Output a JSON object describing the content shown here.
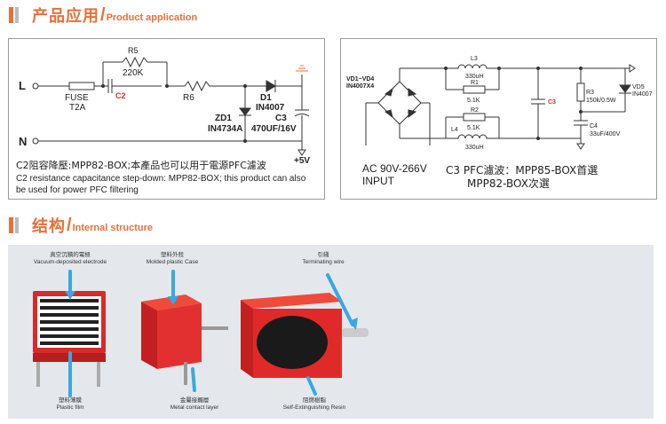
{
  "section1": {
    "title_cn": "产品应用",
    "slash": "/",
    "title_en": "Product application"
  },
  "section2": {
    "title_cn": "结构",
    "slash": "/",
    "title_en": "Internal structure"
  },
  "circuit1": {
    "L": "L",
    "N": "N",
    "fuse": "FUSE",
    "fuse_val": "T2A",
    "r5": "R5",
    "r5_val": "220K",
    "c2": "C2",
    "r6": "R6",
    "d1": "D1",
    "d1_val": "IN4007",
    "zd1": "ZD1",
    "zd1_val": "IN4734A",
    "c3": "C3",
    "c3_val": "470UF/16V",
    "plus5": "+5V",
    "caption_cn": "C2阻容降壓:MPP82-BOX;本產品也可以用于電源PFC濾波",
    "caption_en": "C2 resistance capacitance step-down: MPP82-BOX; this product can also be used for power PFC filtering"
  },
  "circuit2": {
    "vd": "VD1~VD4",
    "vd_val": "IN4007X4",
    "l3": "L3",
    "l3_val": "330uH",
    "r1": "R1",
    "r1_val": "5.1K",
    "r2": "R2",
    "r2_val": "5.1K",
    "l4": "L4",
    "l4_val": "330uH",
    "c3": "C3",
    "r3": "R3",
    "r3_val": "150k/0.5W",
    "c4": "C4",
    "c4_val": "33uF/400V",
    "vd5": "VD5",
    "vd5_val": "IN4007",
    "input1": "AC 90V-266V",
    "input2": "INPUT",
    "pfc1": "C3  PFC濾波：MPP85-BOX首選",
    "pfc2": "MPP82-BOX次選"
  },
  "structure": {
    "vac_cn": "真空沉積的電極",
    "vac_en": "Vacuum-deposited electrode",
    "case_cn": "塑料外殼",
    "case_en": "Molded plastic Case",
    "wire_cn": "引綫",
    "wire_en": "Terminating wire",
    "film_cn": "塑料薄膜",
    "film_en": "Plastic film",
    "metal_cn": "金屬接觸層",
    "metal_en": "Metal contact layer",
    "resin_cn": "阻燃樹脂",
    "resin_en": "Self-Extinguishing  Resin"
  },
  "colors": {
    "accent": "#e8703a",
    "capacitor_red": "#e02a2a",
    "bg_struct": "#e4e8ec"
  }
}
